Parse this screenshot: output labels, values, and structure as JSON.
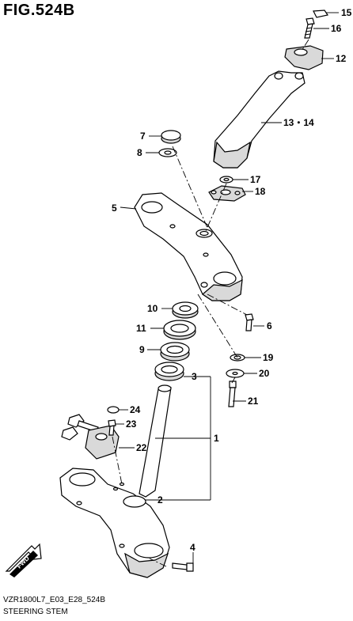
{
  "figure": {
    "title": "FIG.524B"
  },
  "footer": {
    "model_code": "VZR1800L7_E03_E28_524B",
    "section_name": "STEERING STEM"
  },
  "fwd_badge": {
    "label": "FWD"
  },
  "callouts": [
    {
      "id": "c15",
      "label": "15"
    },
    {
      "id": "c16",
      "label": "16"
    },
    {
      "id": "c12",
      "label": "12"
    },
    {
      "id": "c13",
      "label": "13・14"
    },
    {
      "id": "c7",
      "label": "7"
    },
    {
      "id": "c8",
      "label": "8"
    },
    {
      "id": "c17",
      "label": "17"
    },
    {
      "id": "c18",
      "label": "18"
    },
    {
      "id": "c5",
      "label": "5"
    },
    {
      "id": "c10",
      "label": "10"
    },
    {
      "id": "c6",
      "label": "6"
    },
    {
      "id": "c11",
      "label": "11"
    },
    {
      "id": "c9",
      "label": "9"
    },
    {
      "id": "c19",
      "label": "19"
    },
    {
      "id": "c20",
      "label": "20"
    },
    {
      "id": "c3",
      "label": "3"
    },
    {
      "id": "c21",
      "label": "21"
    },
    {
      "id": "c24",
      "label": "24"
    },
    {
      "id": "c23",
      "label": "23"
    },
    {
      "id": "c1",
      "label": "1"
    },
    {
      "id": "c22",
      "label": "22"
    },
    {
      "id": "c2",
      "label": "2"
    },
    {
      "id": "c4",
      "label": "4"
    }
  ]
}
